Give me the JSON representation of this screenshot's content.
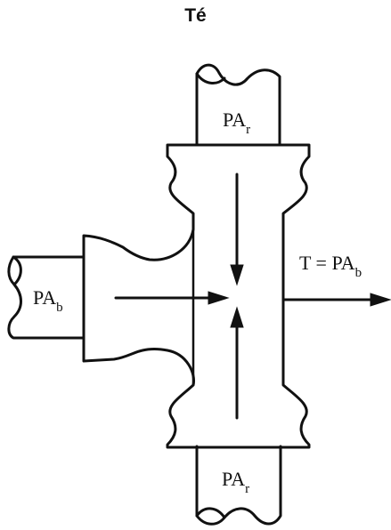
{
  "title": "Té",
  "labels": {
    "top": {
      "main": "PA",
      "sub": "r"
    },
    "bottom": {
      "main": "PA",
      "sub": "r"
    },
    "left": {
      "main": "PA",
      "sub": "b"
    },
    "right": {
      "main": "T = PA",
      "sub": "b"
    }
  },
  "colors": {
    "stroke": "#111111",
    "background": "#ffffff"
  }
}
